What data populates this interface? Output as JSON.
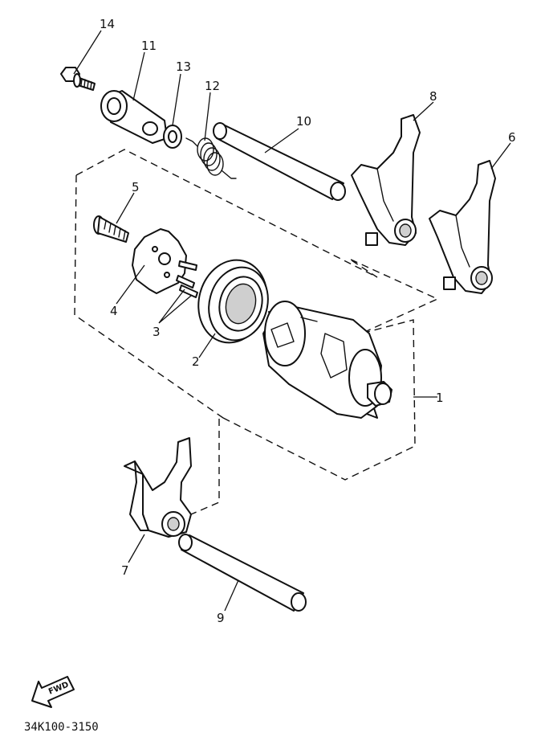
{
  "diagram": {
    "part_code": "34K100-3150",
    "direction_label": "FWD",
    "callouts": [
      {
        "id": "1",
        "label": "1"
      },
      {
        "id": "2",
        "label": "2"
      },
      {
        "id": "3",
        "label": "3"
      },
      {
        "id": "4",
        "label": "4"
      },
      {
        "id": "5",
        "label": "5"
      },
      {
        "id": "6",
        "label": "6"
      },
      {
        "id": "7",
        "label": "7"
      },
      {
        "id": "8",
        "label": "8"
      },
      {
        "id": "9",
        "label": "9"
      },
      {
        "id": "10",
        "label": "10"
      },
      {
        "id": "11",
        "label": "11"
      },
      {
        "id": "12",
        "label": "12"
      },
      {
        "id": "13",
        "label": "13"
      },
      {
        "id": "14",
        "label": "14"
      }
    ]
  }
}
